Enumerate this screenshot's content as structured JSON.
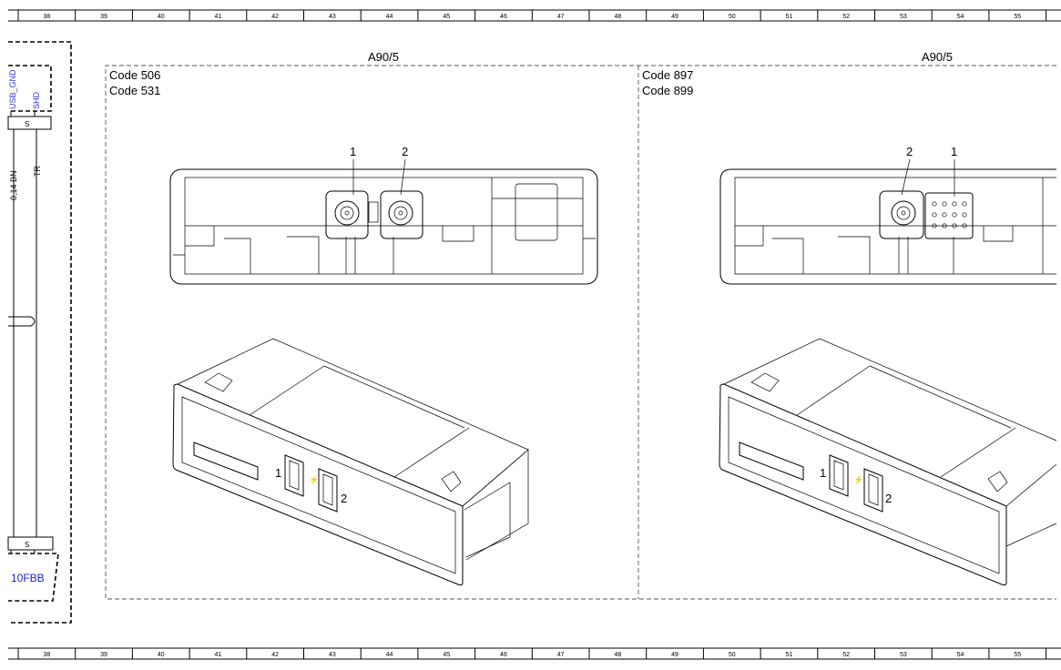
{
  "ruler": {
    "columns": [
      "38",
      "39",
      "40",
      "41",
      "42",
      "43",
      "44",
      "45",
      "46",
      "47",
      "48",
      "49",
      "50",
      "51",
      "52",
      "53",
      "54",
      "55"
    ]
  },
  "left_block": {
    "pin_labels": [
      "USB_GND",
      "SHD"
    ],
    "wire_labels": [
      "0,14 BN",
      "TR"
    ],
    "shield_marks": [
      "S",
      "S"
    ],
    "connector_code": "10FBB"
  },
  "panels": [
    {
      "component": "A90/5",
      "codes": [
        "Code 506",
        "Code 531"
      ],
      "callouts": [
        "1",
        "2"
      ],
      "port_labels": [
        "1",
        "2"
      ]
    },
    {
      "component": "A90/5",
      "codes": [
        "Code 897",
        "Code 899"
      ],
      "callouts": [
        "2",
        "1"
      ],
      "port_labels": [
        "1",
        "2"
      ]
    }
  ]
}
